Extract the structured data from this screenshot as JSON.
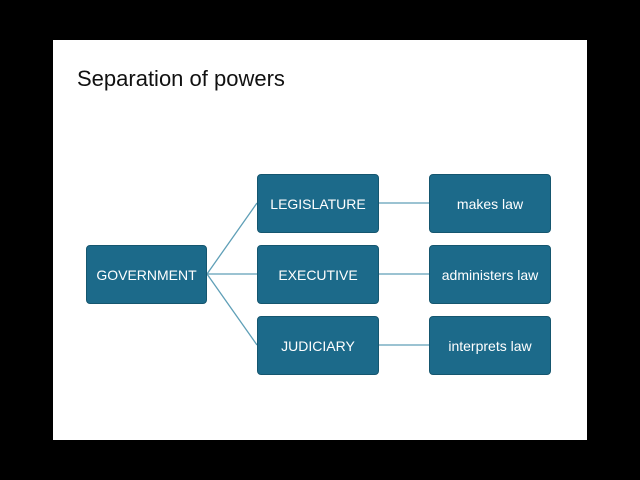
{
  "slide": {
    "title": "Separation of powers"
  },
  "diagram": {
    "root": "GOVERNMENT",
    "branches": [
      {
        "name": "LEGISLATURE",
        "function": "makes law"
      },
      {
        "name": "EXECUTIVE",
        "function": "administers law"
      },
      {
        "name": "JUDICIARY",
        "function": "interprets law"
      }
    ]
  },
  "colors": {
    "node_fill": "#1c6a8a",
    "node_border": "#15566f",
    "connector": "#5f9fb7",
    "slide_background": "#ffffff",
    "frame_background": "#000000"
  }
}
